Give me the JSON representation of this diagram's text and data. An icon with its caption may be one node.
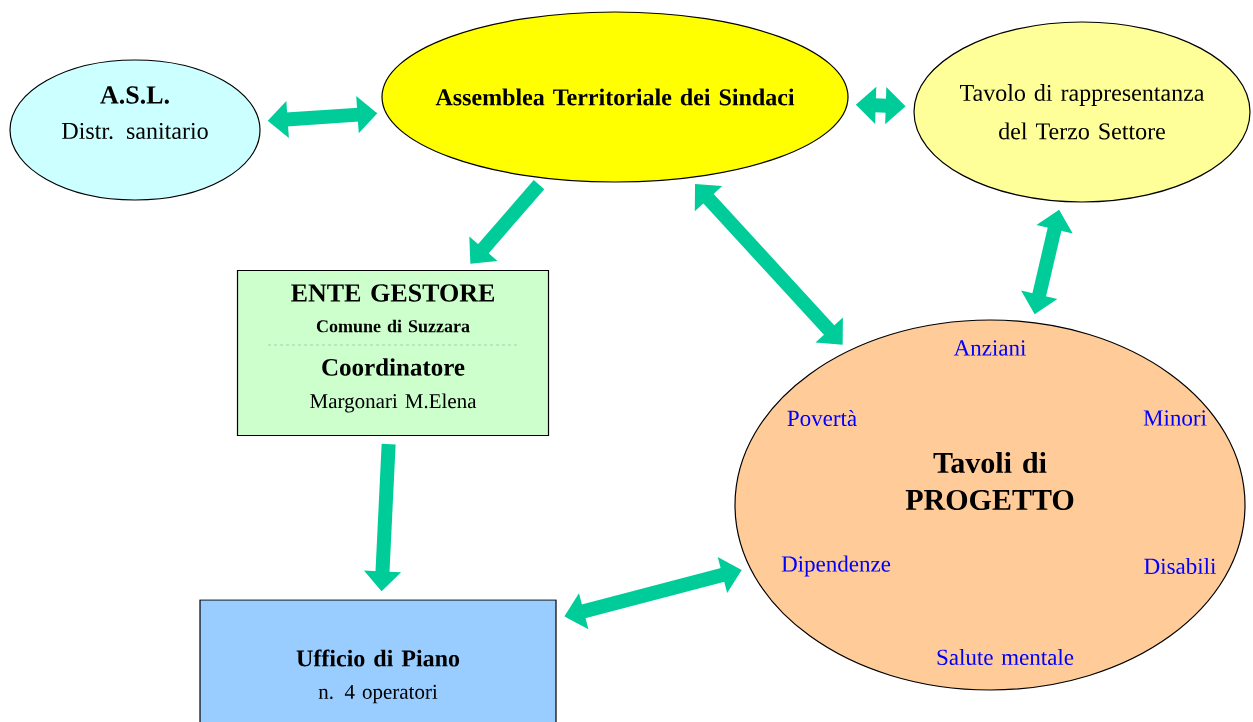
{
  "diagram": {
    "nodes": [
      {
        "text": [
          "A.S.L.",
          "Distr. sanitario"
        ]
      },
      {
        "text": [
          "Assemblea Territoriale dei Sindaci"
        ]
      },
      {
        "text": [
          "Tavolo di rappresentanza",
          "del Terzo Settore"
        ]
      },
      {
        "text": [
          "ENTE GESTORE",
          "Comune di Suzzara",
          "Coordinatore",
          "Margonari M.Elena"
        ]
      },
      {
        "text": [
          "Anziani",
          "Povertà",
          "Minori",
          "Tavoli di PROGETTO",
          "Dipendenze",
          "Disabili",
          "Salute mentale"
        ]
      },
      {
        "text": [
          "Ufficio di Piano",
          "n. 4 operatori"
        ]
      }
    ],
    "edges": [
      {
        "from": 0,
        "to": 1,
        "arrow": "both"
      },
      {
        "from": 1,
        "to": 3,
        "arrow": "to"
      },
      {
        "from": 1,
        "to": 2,
        "arrow": "both"
      },
      {
        "from": 1,
        "to": 4,
        "arrow": "both"
      },
      {
        "from": 2,
        "to": 4,
        "arrow": "both"
      },
      {
        "from": 3,
        "to": 5,
        "arrow": "to"
      },
      {
        "from": 5,
        "to": 4,
        "arrow": "both"
      }
    ]
  }
}
